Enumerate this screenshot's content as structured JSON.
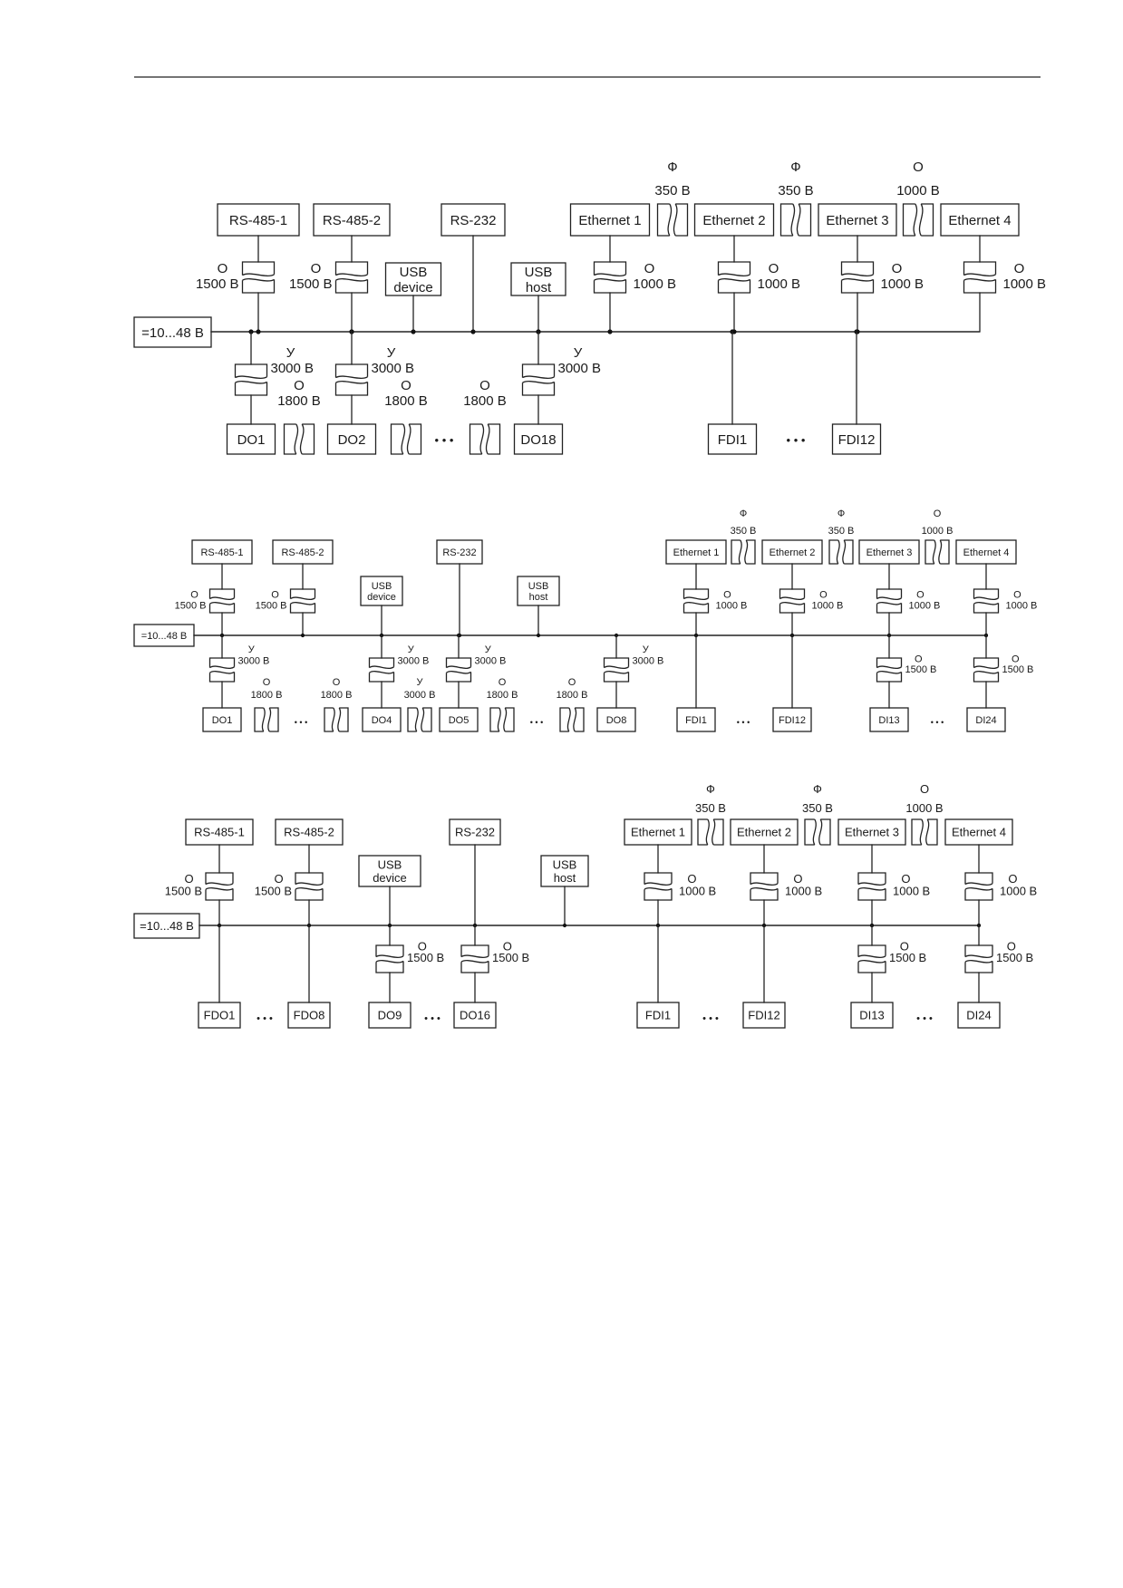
{
  "diagrams": [
    {
      "power_label": "=10...48 В",
      "ports": [
        {
          "label": "RS-485-1",
          "iso_class": "О",
          "iso_voltage": "1500 В"
        },
        {
          "label": "RS-485-2",
          "iso_class": "О",
          "iso_voltage": "1500 В"
        },
        {
          "label": "USB device"
        },
        {
          "label": "RS-232"
        },
        {
          "label": "USB host"
        },
        {
          "label": "Ethernet 1",
          "iso_class": "О",
          "iso_voltage": "1000 В"
        },
        {
          "label": "Ethernet 2",
          "iso_class": "О",
          "iso_voltage": "1000 В"
        },
        {
          "label": "Ethernet  3",
          "iso_class": "О",
          "iso_voltage": "1000 В"
        },
        {
          "label": "Ethernet 4",
          "iso_class": "О",
          "iso_voltage": "1000 В"
        }
      ],
      "port_gaps": [
        {
          "iso_class": "Ф",
          "iso_voltage": "350 В"
        },
        {
          "iso_class": "Ф",
          "iso_voltage": "350 В"
        },
        {
          "iso_class": "О",
          "iso_voltage": "1000 В"
        }
      ],
      "outputs": [
        {
          "label": "DO1",
          "iso_class": "У",
          "iso_voltage": "3000 В"
        },
        {
          "label": "DO2",
          "iso_class": "У",
          "iso_voltage": "3000 В"
        },
        {
          "label": "DO18",
          "iso_class": "У",
          "iso_voltage": "3000 В"
        },
        {
          "label": "FDI1"
        },
        {
          "label": "FDI12"
        }
      ],
      "output_gaps": [
        {
          "iso_class": "О",
          "iso_voltage": "1800 В"
        },
        {
          "iso_class": "О",
          "iso_voltage": "1800 В"
        },
        {
          "iso_class": "О",
          "iso_voltage": "1800 В"
        }
      ],
      "ellipsis": "• • •"
    },
    {
      "power_label": "=10...48 В",
      "ports": [
        {
          "label": "RS-485-1",
          "iso_class": "О",
          "iso_voltage": "1500 В"
        },
        {
          "label": "RS-485-2",
          "iso_class": "О",
          "iso_voltage": "1500 В"
        },
        {
          "label": "USB device"
        },
        {
          "label": "RS-232"
        },
        {
          "label": "USB host"
        },
        {
          "label": "Ethernet 1",
          "iso_class": "О",
          "iso_voltage": "1000 В"
        },
        {
          "label": "Ethernet 2",
          "iso_class": "О",
          "iso_voltage": "1000 В"
        },
        {
          "label": "Ethernet  3",
          "iso_class": "О",
          "iso_voltage": "1000 В"
        },
        {
          "label": "Ethernet 4",
          "iso_class": "О",
          "iso_voltage": "1000 В"
        }
      ],
      "port_gaps": [
        {
          "iso_class": "Ф",
          "iso_voltage": "350 В"
        },
        {
          "iso_class": "Ф",
          "iso_voltage": "350 В"
        },
        {
          "iso_class": "О",
          "iso_voltage": "1000 В"
        }
      ],
      "outputs": [
        {
          "label": "DO1",
          "iso_class": "У",
          "iso_voltage": "3000 В"
        },
        {
          "label": "DO4",
          "iso_class": "У",
          "iso_voltage": "3000 В"
        },
        {
          "label": "DO5",
          "iso_class": "У",
          "iso_voltage": "3000 В"
        },
        {
          "label": "DO8",
          "iso_class": "У",
          "iso_voltage": "3000 В"
        },
        {
          "label": "FDI1"
        },
        {
          "label": "FDI12"
        },
        {
          "label": "DI13",
          "iso_class": "О",
          "iso_voltage": "1500 В"
        },
        {
          "label": "DI24",
          "iso_class": "О",
          "iso_voltage": "1500 В"
        }
      ],
      "output_gaps": [
        {
          "iso_class": "О",
          "iso_voltage": "1800 В"
        },
        {
          "iso_class": "О",
          "iso_voltage": "1800 В"
        },
        {
          "iso_class": "У",
          "iso_voltage": "3000 В"
        },
        {
          "iso_class": "О",
          "iso_voltage": "1800 В"
        },
        {
          "iso_class": "О",
          "iso_voltage": "1800 В"
        }
      ],
      "ellipsis": "• • •"
    },
    {
      "power_label": "=10...48 В",
      "ports": [
        {
          "label": "RS-485-1",
          "iso_class": "О",
          "iso_voltage": "1500 В"
        },
        {
          "label": "RS-485-2",
          "iso_class": "О",
          "iso_voltage": "1500 В"
        },
        {
          "label": "USB device"
        },
        {
          "label": "RS-232"
        },
        {
          "label": "USB host"
        },
        {
          "label": "Ethernet 1",
          "iso_class": "О",
          "iso_voltage": "1000 В"
        },
        {
          "label": "Ethernet 2",
          "iso_class": "О",
          "iso_voltage": "1000 В"
        },
        {
          "label": "Ethernet  3",
          "iso_class": "О",
          "iso_voltage": "1000 В"
        },
        {
          "label": "Ethernet 4",
          "iso_class": "О",
          "iso_voltage": "1000 В"
        }
      ],
      "port_gaps": [
        {
          "iso_class": "Ф",
          "iso_voltage": "350 В"
        },
        {
          "iso_class": "Ф",
          "iso_voltage": "350 В"
        },
        {
          "iso_class": "О",
          "iso_voltage": "1000 В"
        }
      ],
      "outputs": [
        {
          "label": "FDO1"
        },
        {
          "label": "FDO8"
        },
        {
          "label": "DO9",
          "iso_class": "О",
          "iso_voltage": "1500 В"
        },
        {
          "label": "DO16",
          "iso_class": "О",
          "iso_voltage": "1500 В"
        },
        {
          "label": "FDI1"
        },
        {
          "label": "FDI12"
        },
        {
          "label": "DI13",
          "iso_class": "О",
          "iso_voltage": "1500 В"
        },
        {
          "label": "DI24",
          "iso_class": "О",
          "iso_voltage": "1500 В"
        }
      ],
      "ellipsis": "• • •"
    }
  ]
}
